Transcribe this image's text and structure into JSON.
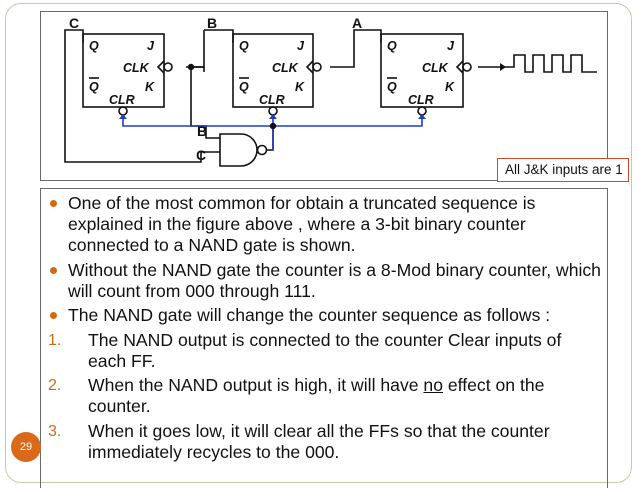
{
  "diagram": {
    "ff_labels": {
      "q": "Q",
      "qbar": "Q",
      "j": "J",
      "clk": "CLK",
      "k": "K",
      "clr": "CLR"
    },
    "outputs": [
      "C",
      "B",
      "A"
    ],
    "gate_inputs": [
      "B",
      "C"
    ],
    "note": "All J&K inputs are 1",
    "wire_colors": {
      "main": "#111111",
      "clear_line": "#1f3fbf"
    }
  },
  "text": {
    "bullets": [
      "One of the most common for obtain a truncated sequence is explained in the figure above , where a 3-bit binary counter connected to a NAND gate is shown.",
      "Without the NAND gate the counter is a 8-Mod binary counter, which will count from 000 through 111.",
      "The NAND gate will change the counter sequence as follows :"
    ],
    "numbered": [
      {
        "marker": "1.",
        "text": " The NAND output is connected to the counter Clear inputs of each FF."
      },
      {
        "marker": "2.",
        "before": "When the NAND output is high, it will have ",
        "underlined": "no",
        "after": " effect on the counter."
      },
      {
        "marker": "3.",
        "text": "When it goes low, it will clear all the FFs so that the counter immediately recycles to the 000."
      }
    ]
  },
  "page_number": "29",
  "colors": {
    "accent": "#d96a1a",
    "bullet": "#d16b10",
    "note_border": "#d04a2a"
  }
}
